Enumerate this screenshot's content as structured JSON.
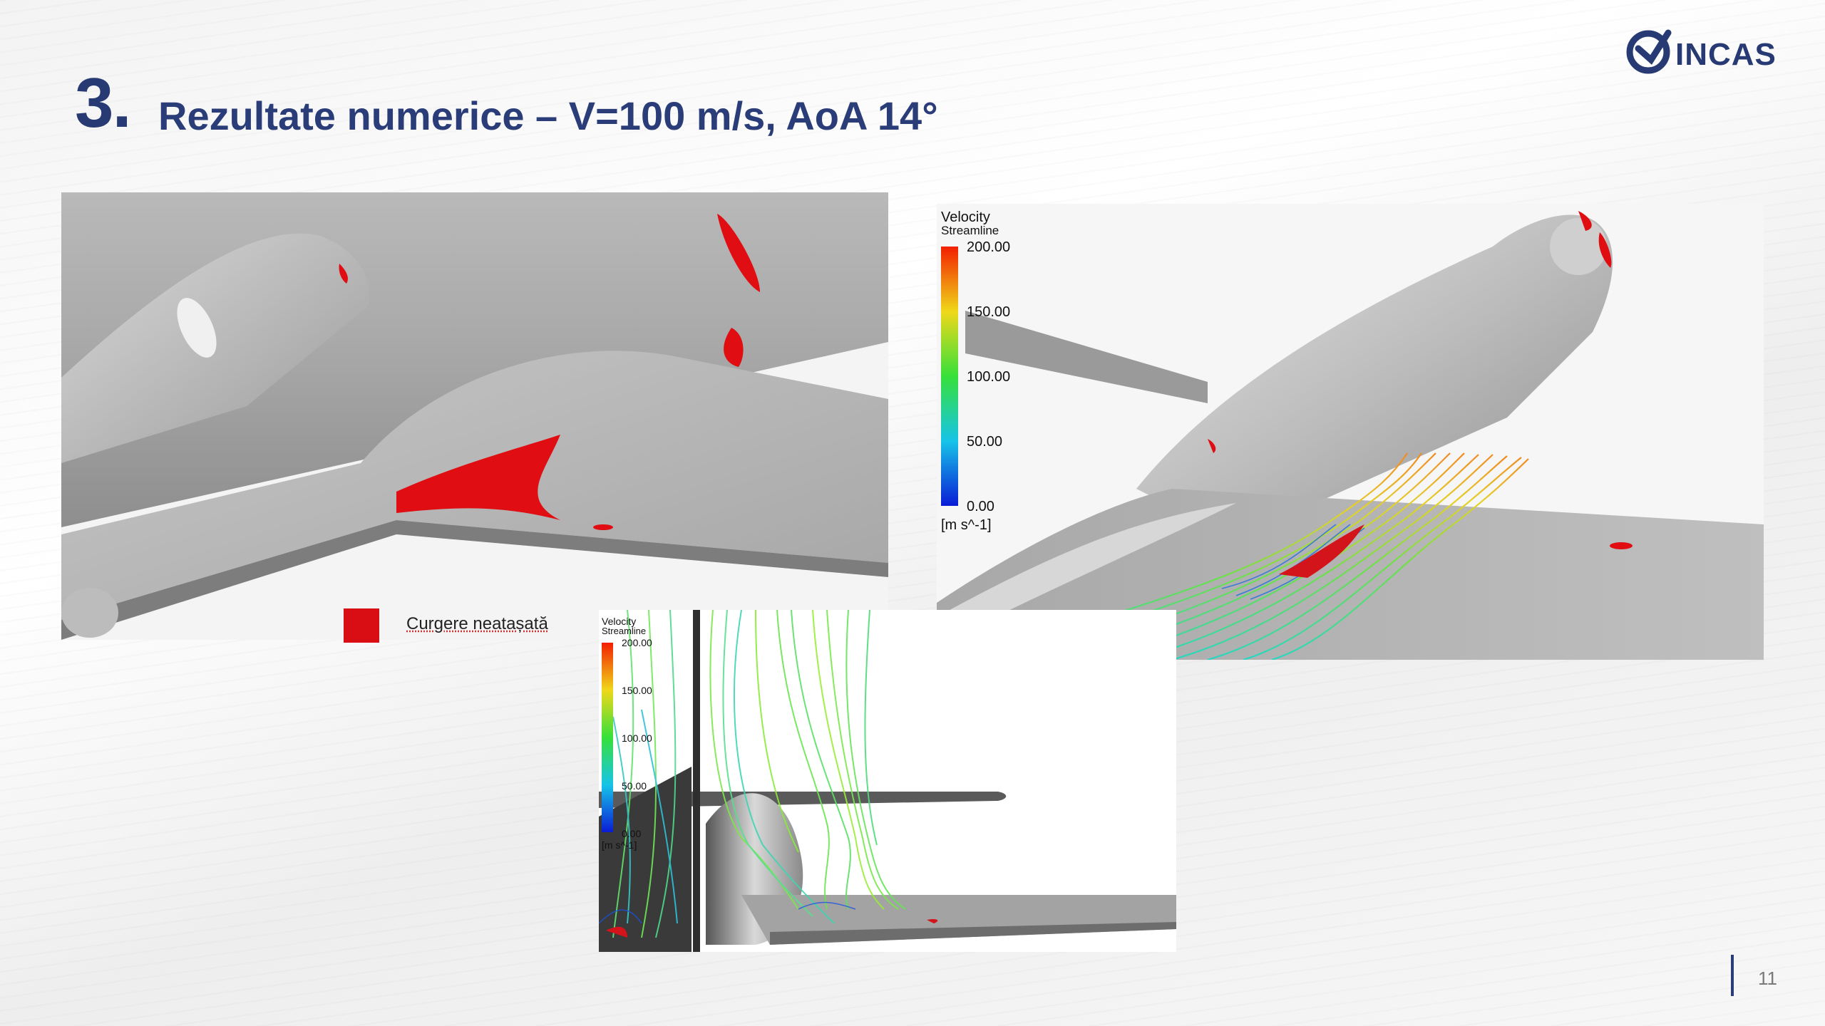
{
  "slide": {
    "number_prefix": "3.",
    "title": "Rezultate numerice – V=100 m/s, AoA 14°",
    "page_number": "11"
  },
  "logo": {
    "text": "INCAS",
    "icon": "incas-logo-icon",
    "color": "#283a73"
  },
  "legend": {
    "label": "Curgere neatașată",
    "swatch_color": "#d90d14"
  },
  "colorbar_right": {
    "title_line1": "Velocity",
    "title_line2": "Streamline",
    "ticks": [
      "200.00",
      "150.00",
      "100.00",
      "50.00",
      "0.00"
    ],
    "unit": "[m s^-1]"
  },
  "colorbar_bottom": {
    "title_line1": "Velocity",
    "title_line2": "Streamline",
    "ticks": [
      "200.00",
      "150.00",
      "100.00",
      "50.00",
      "0.00"
    ],
    "unit": "[m s^-1]"
  }
}
